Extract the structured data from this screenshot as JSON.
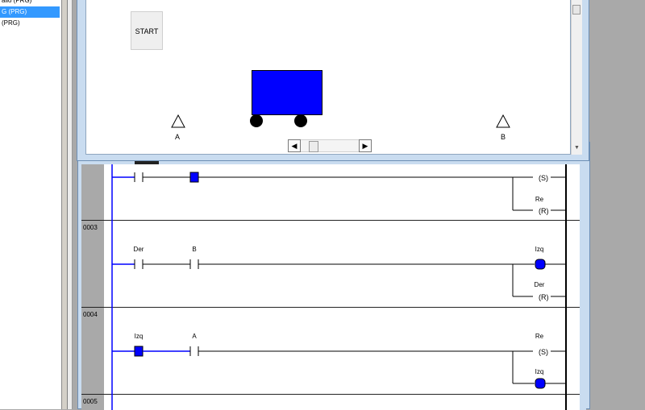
{
  "tree": {
    "items": [
      {
        "label": "ailo (PRG)",
        "selected": false
      },
      {
        "label": "G (PRG)",
        "selected": true
      },
      {
        "label": "(PRG)",
        "selected": false
      }
    ]
  },
  "visualization": {
    "start_label": "START",
    "label_a": "A",
    "label_b": "B",
    "wagon_color": "#0000ff",
    "scroll_left": "◀",
    "scroll_right": "▶",
    "scroll_down": "▼"
  },
  "ladder": {
    "networks": [
      {
        "number": "0003"
      },
      {
        "number": "0004"
      },
      {
        "number": "0005"
      }
    ],
    "rung2": {
      "coil_top": "",
      "coil_bottom": "Re",
      "coil_top_type": "S",
      "coil_bottom_type": "R"
    },
    "rung3": {
      "contact1": "Der",
      "contact2": "B",
      "coil_top": "Izq",
      "coil_bottom": "Der",
      "coil_bottom_type": "R"
    },
    "rung4": {
      "contact1": "Izq",
      "contact2": "A",
      "coil_top": "Re",
      "coil_top_type": "S",
      "coil_bottom": "Izq"
    },
    "active_color": "#0000ff"
  }
}
